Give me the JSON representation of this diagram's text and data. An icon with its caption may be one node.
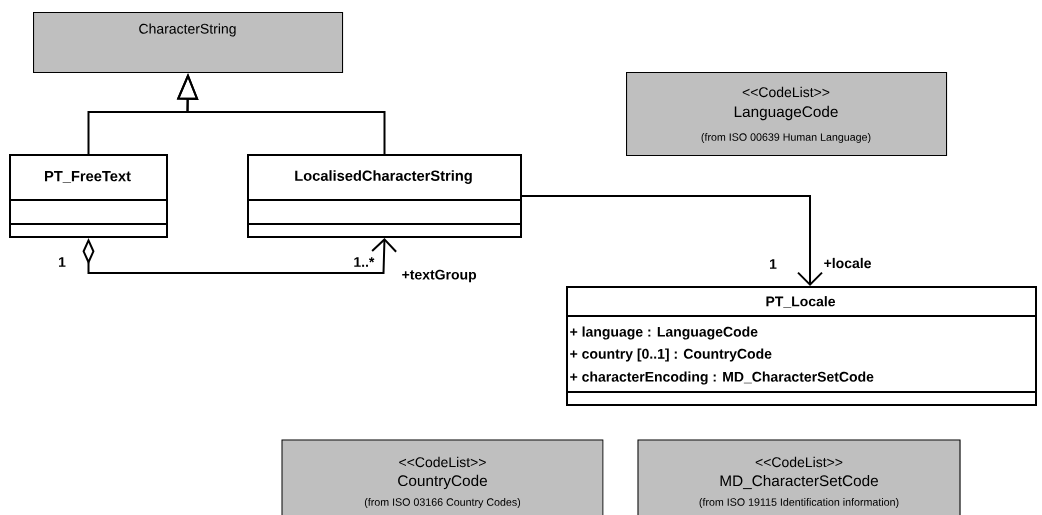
{
  "diagram": {
    "nodes": [
      {
        "text": [
          "CharacterString"
        ]
      },
      {
        "text": [
          "PT_FreeText"
        ]
      },
      {
        "text": [
          "LocalisedCharacterString"
        ]
      },
      {
        "text": [
          "<<CodeList>>",
          "LanguageCode",
          "(from ISO 00639 Human Language)"
        ]
      },
      {
        "text": [
          "PT_Locale",
          "+ language : LanguageCode",
          "+ country [0..1] : CountryCode",
          "+ characterEncoding : MD_CharacterSetCode"
        ]
      },
      {
        "text": [
          "<<CodeList>>",
          "CountryCode",
          "(from ISO 03166 Country Codes)"
        ]
      },
      {
        "text": [
          "<<CodeList>>",
          "MD_CharacterSetCode",
          "(from ISO 19115 Identification information)"
        ]
      }
    ],
    "edges": [
      {
        "from": 1,
        "to": 0,
        "arrow": "to"
      },
      {
        "from": 2,
        "to": 0,
        "arrow": "to"
      },
      {
        "from": 1,
        "to": 2,
        "arrow": "to"
      },
      {
        "from": 2,
        "to": 4,
        "arrow": "to"
      }
    ],
    "labels": [
      "1",
      "1..*",
      "+textGroup",
      "1",
      "+locale"
    ]
  }
}
